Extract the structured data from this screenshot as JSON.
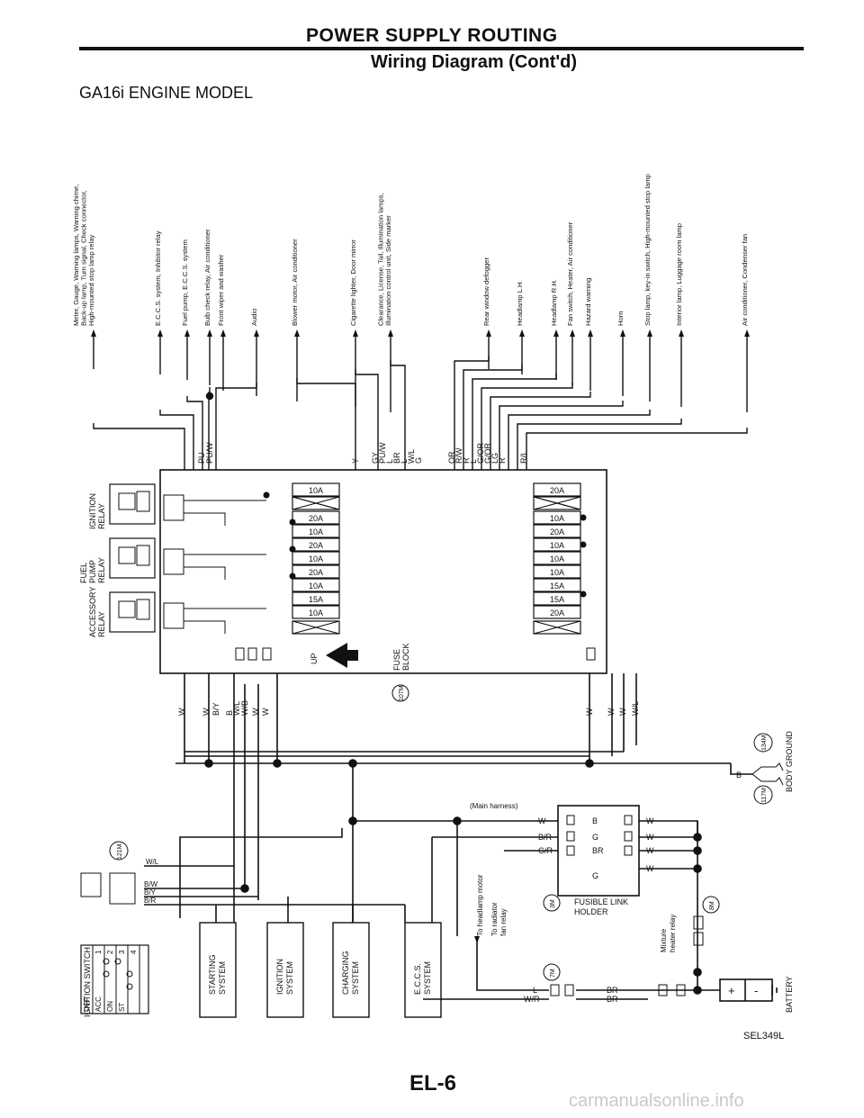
{
  "header": {
    "title": "POWER SUPPLY ROUTING",
    "subtitle": "Wiring Diagram (Cont'd)",
    "model": "GA16i ENGINE MODEL"
  },
  "loads": [
    {
      "lines": [
        "Meter, Gauge, Warning lamps, Warning chime,",
        "Back-up lamp, Turn signal, Check connector,",
        "High-mounted stop lamp relay"
      ]
    },
    {
      "lines": [
        "E.C.C.S. system, Inhibitor relay"
      ]
    },
    {
      "lines": [
        "Fuel pump, E.C.C.S. system"
      ]
    },
    {
      "lines": [
        "Bulb check relay, Air conditioner"
      ]
    },
    {
      "lines": [
        "Front wiper and washer"
      ]
    },
    {
      "lines": [
        "Audio"
      ]
    },
    {
      "lines": [
        "Blower motor, Air conditioner"
      ]
    },
    {
      "lines": [
        "Cigarette lighter, Door mirror"
      ]
    },
    {
      "lines": [
        "Clearance, License, Tail, Illumination lamps,",
        "Illumination control unit, Side marker"
      ]
    },
    {
      "lines": [
        "Rear window defogger"
      ]
    },
    {
      "lines": [
        "Headlamp L.H."
      ]
    },
    {
      "lines": [
        "Headlamp R.H."
      ]
    },
    {
      "lines": [
        "Fan switch, Heater, Air conditioner"
      ]
    },
    {
      "lines": [
        "Hazard warning"
      ]
    },
    {
      "lines": [
        "Horn"
      ]
    },
    {
      "lines": [
        "Stop lamp, key-in switch, High-mounted stop lamp"
      ]
    },
    {
      "lines": [
        "Interior lamp, Luggage room lamp"
      ]
    },
    {
      "lines": [
        "Air conditioner, Condenser fan"
      ]
    }
  ],
  "wire_colors_top_left": [
    "PU",
    "PU/W"
  ],
  "wire_colors_top_mid": [
    "Y",
    "GY",
    "PU/W",
    "L",
    "BR",
    "L",
    "W/L",
    "G"
  ],
  "wire_colors_top_right": [
    "OR",
    "R/W",
    "R",
    "L",
    "G/OR",
    "G/OR",
    "LG",
    "R",
    "R/L"
  ],
  "relays": [
    "IGNITION RELAY",
    "FUEL PUMP RELAY",
    "ACCESSORY RELAY"
  ],
  "fuses_left": [
    "10A",
    "20A",
    "10A",
    "20A",
    "10A",
    "20A",
    "10A",
    "15A",
    "10A"
  ],
  "fuses_right": [
    "20A",
    "10A",
    "20A",
    "10A",
    "10A",
    "10A",
    "15A",
    "15A",
    "20A"
  ],
  "fuse_block": {
    "up": "UP",
    "label": "FUSE BLOCK",
    "connector": "107M"
  },
  "bottom_wire_colors_left": [
    "W",
    "W",
    "B/Y",
    "B",
    "W/L",
    "W/B",
    "W",
    "W"
  ],
  "bottom_wire_colors_right": [
    "W",
    "W",
    "W",
    "W/L"
  ],
  "ground": {
    "wire": "B",
    "connectors": [
      "134M",
      "117M"
    ],
    "label": "BODY GROUND"
  },
  "main_harness": "(Main harness)",
  "fusible_link": {
    "label": "FUSIBLE LINK HOLDER",
    "connector": "3M",
    "wires_in": [
      "W",
      "B/R",
      "G/R"
    ],
    "links": [
      "B",
      "G",
      "BR",
      "G"
    ],
    "wires_out": [
      "W",
      "W",
      "W",
      "W"
    ],
    "radiator": "To headlamp motor",
    "radiator2": "To radiator fan relay",
    "mixture": "Mixture heater relay",
    "mixture_conn": "8M"
  },
  "ignition_switch": {
    "label": "IGNITION SWITCH",
    "connector": "121M",
    "wires": [
      "W/L",
      "B/W",
      "B/Y",
      "B/R"
    ],
    "columns": [
      "1",
      "2",
      "3",
      "4"
    ],
    "rows": [
      "OFF",
      "ACC",
      "ON",
      "ST"
    ]
  },
  "systems": [
    "STARTING SYSTEM",
    "IGNITION SYSTEM",
    "CHARGING SYSTEM",
    "E.C.C.S. SYSTEM"
  ],
  "battery": {
    "label": "BATTERY",
    "connector": "7M",
    "wires": [
      "L",
      "BR",
      "W/R",
      "BR"
    ],
    "terminals": [
      "+",
      "-"
    ]
  },
  "code": "SEL349L",
  "page": "EL-6",
  "watermark": "carmanualsonline.info"
}
